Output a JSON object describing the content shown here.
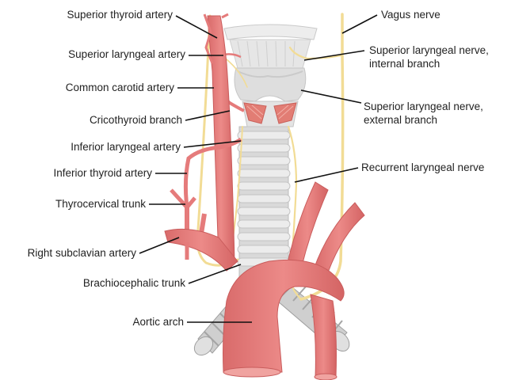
{
  "labels": {
    "superior_thyroid_artery": "Superior thyroid artery",
    "superior_laryngeal_artery": "Superior laryngeal artery",
    "common_carotid_artery": "Common carotid artery",
    "cricothyroid_branch": "Cricothyroid branch",
    "inferior_laryngeal_artery": "Inferior laryngeal artery",
    "inferior_thyroid_artery": "Inferior thyroid artery",
    "thyrocervical_trunk": "Thyrocervical trunk",
    "right_subclavian_artery": "Right subclavian artery",
    "brachiocephalic_trunk": "Brachiocephalic trunk",
    "aortic_arch": "Aortic arch",
    "vagus_nerve": "Vagus nerve",
    "superior_laryngeal_nerve_internal": "Superior laryngeal nerve,\ninternal branch",
    "superior_laryngeal_nerve_external": "Superior laryngeal nerve,\nexternal branch",
    "recurrent_laryngeal_nerve": "Recurrent laryngeal nerve"
  },
  "colors": {
    "artery": "#e57b7b",
    "artery_dark": "#c95c5c",
    "nerve": "#f2dc95",
    "cartilage": "#e3e3e3",
    "cartilage_dark": "#c9c9c9",
    "leader": "#111111"
  }
}
